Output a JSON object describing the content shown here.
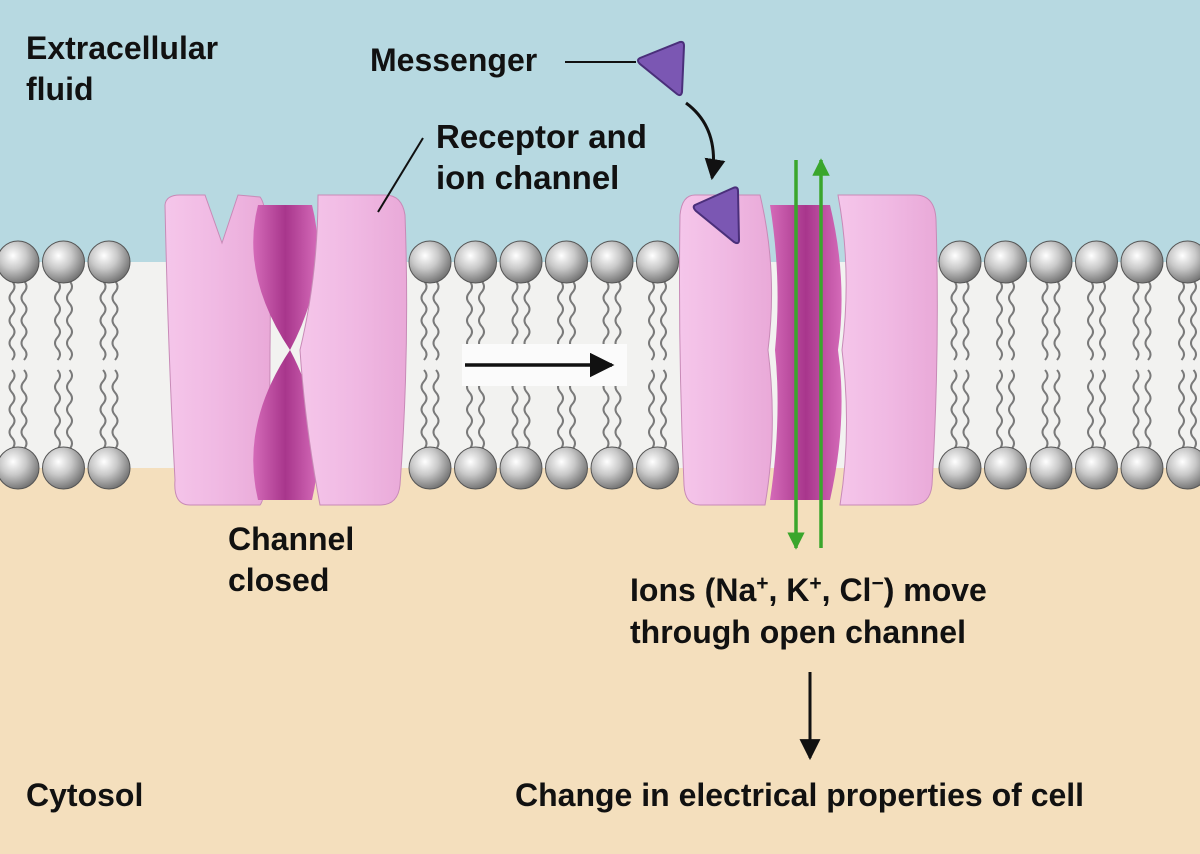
{
  "regions": {
    "extracellular": {
      "line1": "Extracellular",
      "line2": "fluid"
    },
    "cytosol": "Cytosol"
  },
  "labels": {
    "messenger": "Messenger",
    "receptor": {
      "line1": "Receptor and",
      "line2": "ion channel"
    },
    "channel_closed": {
      "line1": "Channel",
      "line2": "closed"
    },
    "ions": {
      "line1_start": "Ions (Na",
      "na_charge": "+",
      "sep1": ", K",
      "k_charge": "+",
      "sep2": ", Cl",
      "cl_charge": "−",
      "line1_end": ") move",
      "line2": "through open channel"
    },
    "result": "Change in electrical properties of cell"
  },
  "colors": {
    "extracellular_fluid": "#b7d9e1",
    "cytosol": "#f4dfbd",
    "membrane_interior": "#f2f2f0",
    "protein": "#f0b9e3",
    "channel_pore": "#c24fa5",
    "messenger": "#7b57b3",
    "ion_flow_arrows": "#3aa62c",
    "lipid_head": "#b8b8b8"
  },
  "icons": {
    "messenger": "purple-triangle-icon",
    "lipid_head": "gray-sphere-icon"
  }
}
